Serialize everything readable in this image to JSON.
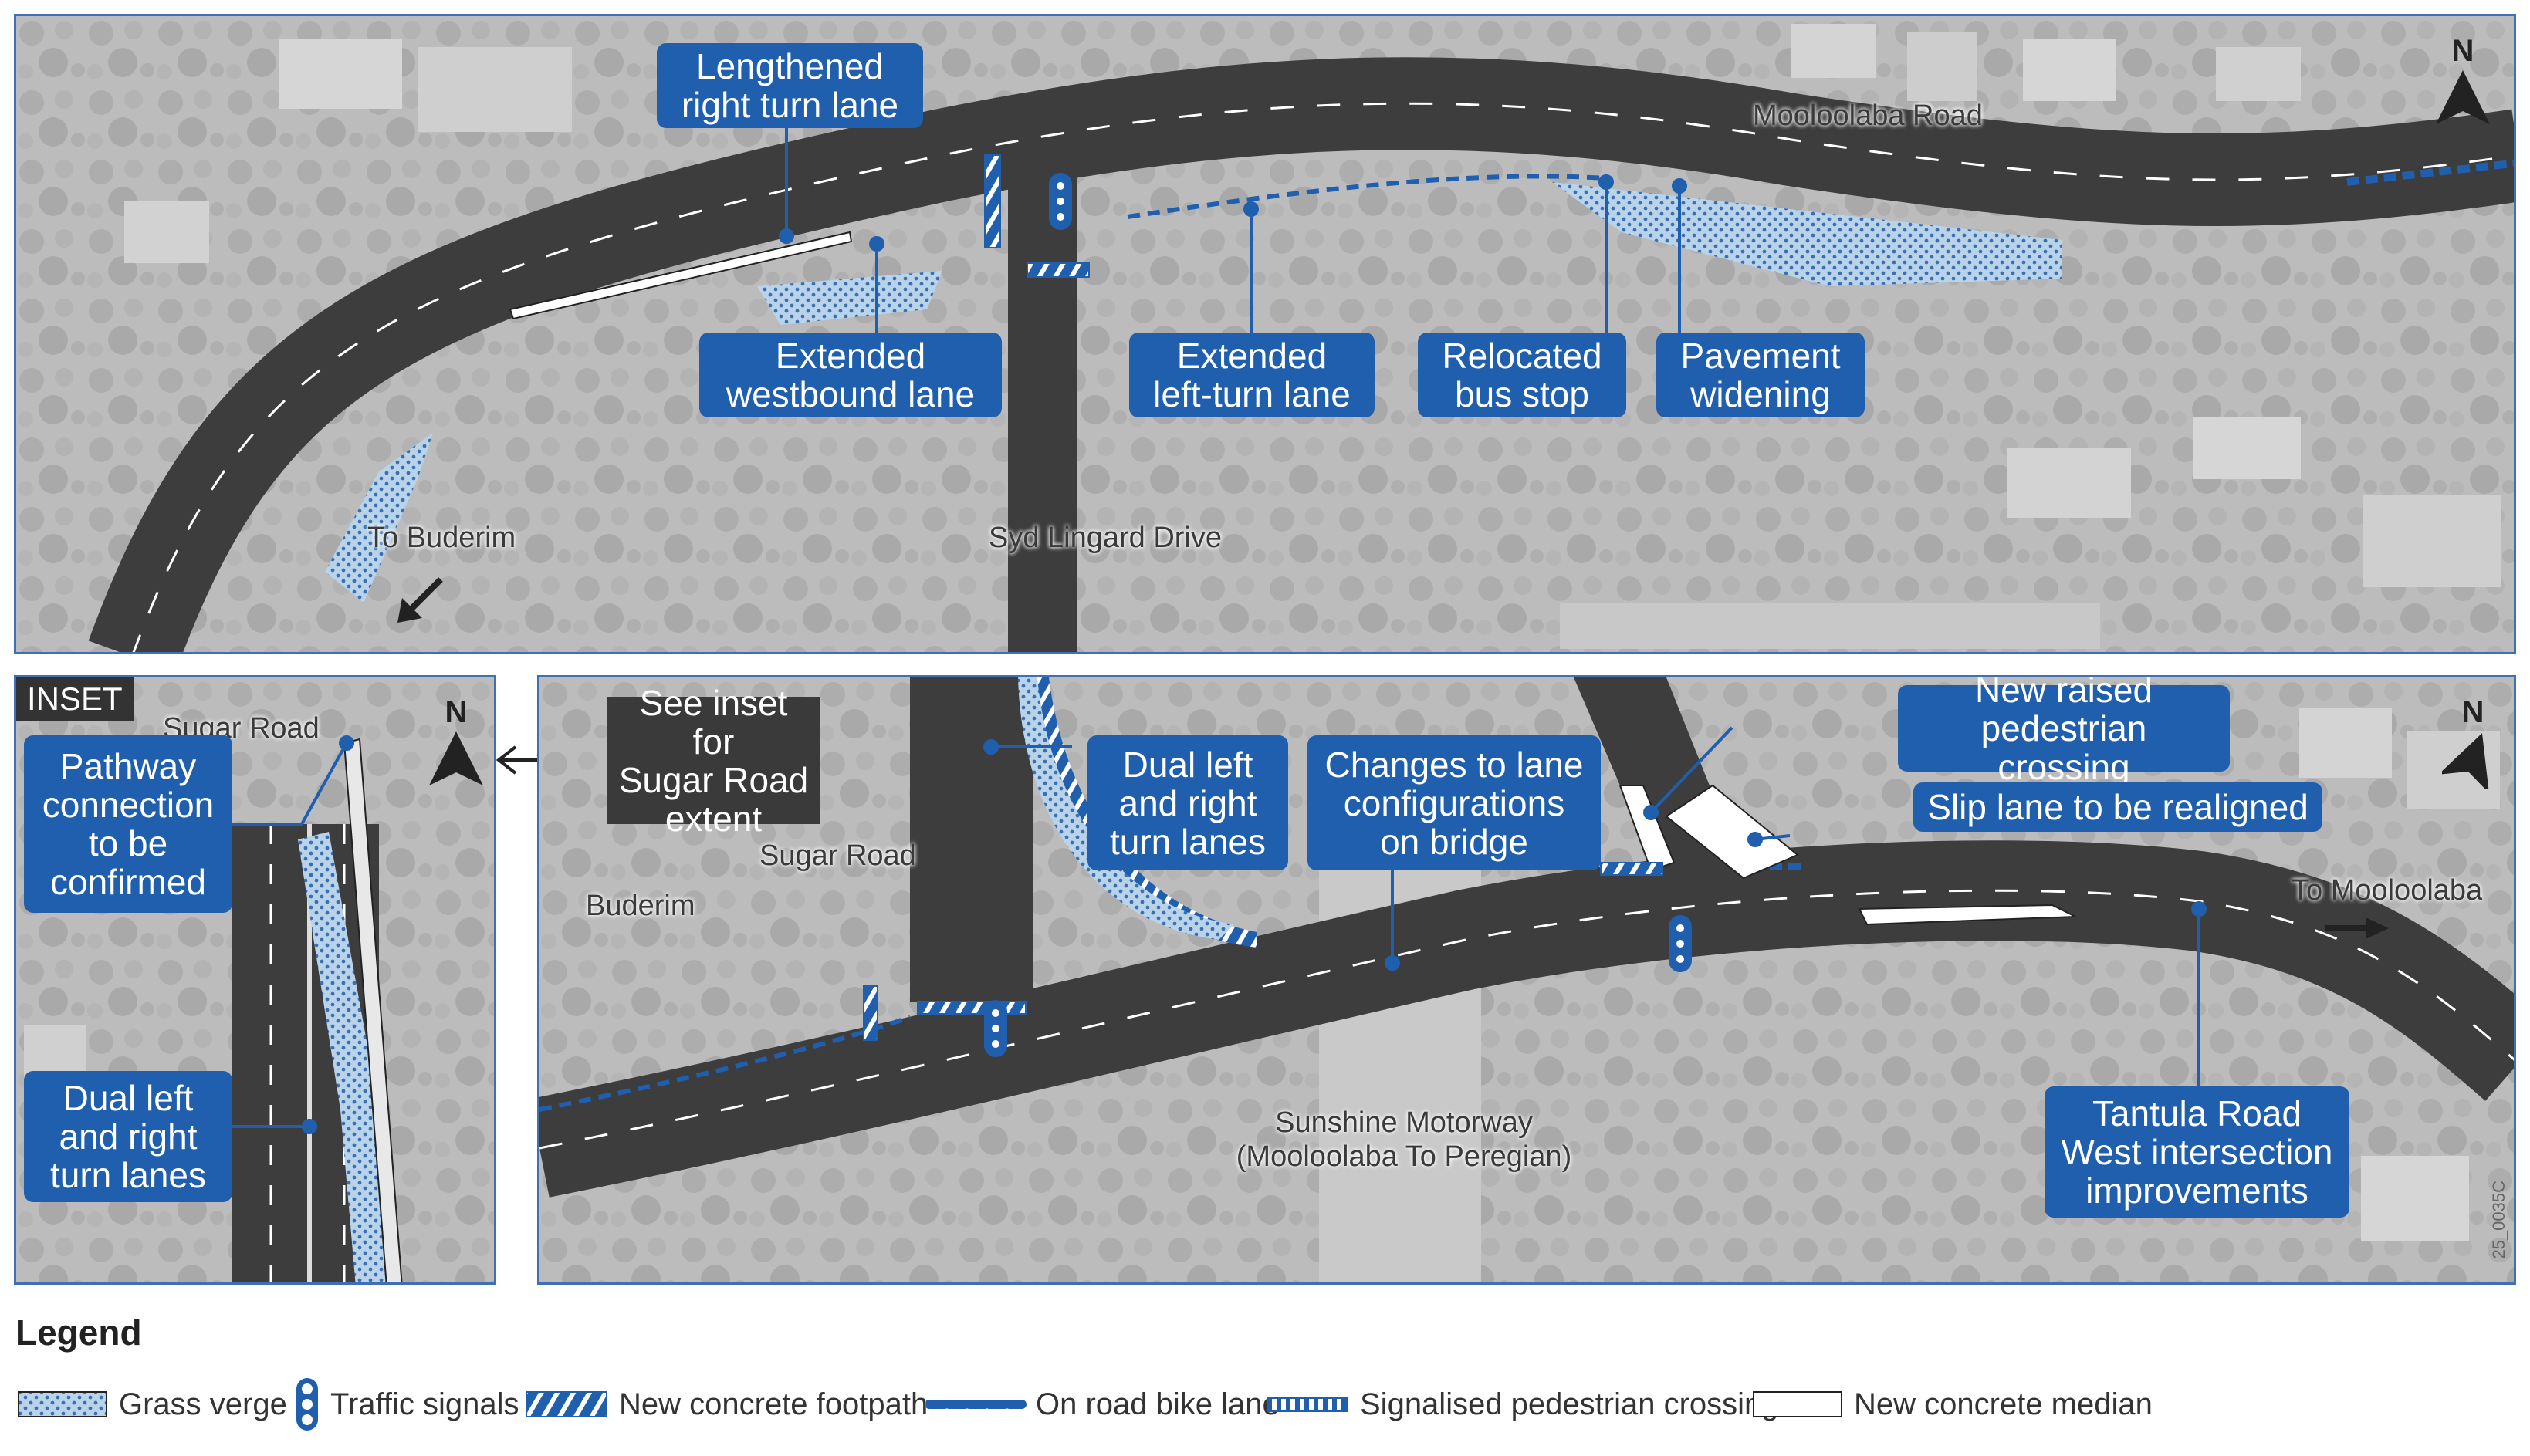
{
  "top_panel": {
    "callouts": [
      {
        "lines": [
          "Lengthened",
          "right turn lane"
        ]
      },
      {
        "lines": [
          "Extended",
          "westbound lane"
        ]
      },
      {
        "lines": [
          "Extended",
          "left-turn lane"
        ]
      },
      {
        "lines": [
          "Relocated",
          "bus stop"
        ]
      },
      {
        "lines": [
          "Pavement",
          "widening"
        ]
      }
    ],
    "labels": {
      "mooloolaba_road": "Mooloolaba Road",
      "to_buderim": "To Buderim",
      "syd_lingard": "Syd Lingard Drive"
    },
    "north": "N"
  },
  "inset_panel": {
    "tag": "INSET",
    "sugar_road": "Sugar Road",
    "north": "N",
    "callouts": [
      {
        "lines": [
          "Pathway",
          "connection",
          "to be",
          "confirmed"
        ]
      },
      {
        "lines": [
          "Dual left",
          "and right",
          "turn lanes"
        ]
      }
    ]
  },
  "bottom_panel": {
    "see_inset": [
      "See inset for",
      "Sugar Road",
      "extent"
    ],
    "callouts": [
      {
        "lines": [
          "Dual left",
          "and right",
          "turn lanes"
        ]
      },
      {
        "lines": [
          "Changes to lane",
          "configurations",
          "on bridge"
        ]
      },
      {
        "lines": [
          "New raised",
          "pedestrian crossing"
        ]
      },
      {
        "lines": [
          "Slip lane to be realigned"
        ]
      },
      {
        "lines": [
          "Tantula Road",
          "West intersection",
          "improvements"
        ]
      }
    ],
    "labels": {
      "sugar_road": "Sugar Road",
      "buderim": "Buderim",
      "to_mooloolaba": "To Mooloolaba",
      "motorway": [
        "Sunshine Motorway",
        "(Mooloolaba To Peregian)"
      ]
    },
    "north": "N",
    "code": "25_0035C"
  },
  "legend": {
    "title": "Legend",
    "items": [
      {
        "label": "Grass verge",
        "icon": "grass-verge"
      },
      {
        "label": "Traffic signals",
        "icon": "traffic-signals"
      },
      {
        "label": "New concrete footpath",
        "icon": "concrete-footpath"
      },
      {
        "label": "On road bike lane",
        "icon": "bike-lane"
      },
      {
        "label": "Signalised pedestrian crossing",
        "icon": "pedestrian-crossing"
      },
      {
        "label": "New concrete median",
        "icon": "concrete-median"
      }
    ]
  },
  "colors": {
    "callout_bg": "#1f5fae",
    "panel_border": "#3f6fb5",
    "road": "#3d3d3d",
    "grass_verge": "#b9d4ea",
    "aerial": "#bdbdbd"
  }
}
